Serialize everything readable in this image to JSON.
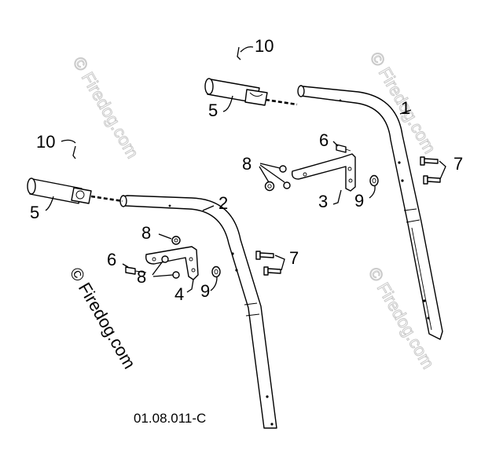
{
  "diagram": {
    "drawing_code": "01.08.011-C",
    "watermark_text": "© Firedog.com",
    "callouts": {
      "c1": "1",
      "c2": "2",
      "c3": "3",
      "c4": "4",
      "c5a": "5",
      "c5b": "5",
      "c6a": "6",
      "c6b": "6",
      "c7a": "7",
      "c7b": "7",
      "c8a": "8",
      "c8b": "8",
      "c8c": "8",
      "c9a": "9",
      "c9b": "9",
      "c10a": "10",
      "c10b": "10"
    },
    "colors": {
      "line": "#000000",
      "watermark": "#c9c9c9",
      "background": "#ffffff"
    }
  }
}
